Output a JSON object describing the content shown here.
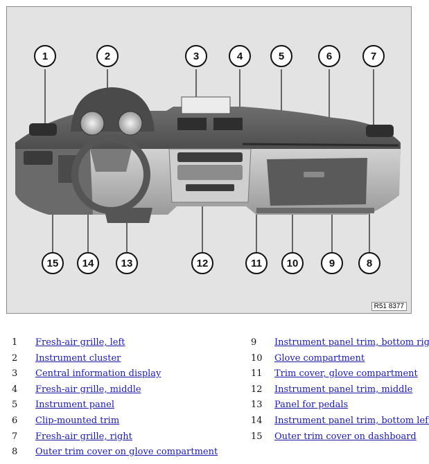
{
  "figure": {
    "reference_code": "R51 8377",
    "callouts": [
      "1",
      "2",
      "3",
      "4",
      "5",
      "6",
      "7",
      "8",
      "9",
      "10",
      "11",
      "12",
      "13",
      "14",
      "15"
    ]
  },
  "legend": {
    "left": [
      {
        "num": "1",
        "label": "Fresh-air grille, left"
      },
      {
        "num": "2",
        "label": "Instrument cluster"
      },
      {
        "num": "3",
        "label": "Central information display"
      },
      {
        "num": "4",
        "label": "Fresh-air grille, middle"
      },
      {
        "num": "5",
        "label": "Instrument panel"
      },
      {
        "num": "6",
        "label": "Clip-mounted trim"
      },
      {
        "num": "7",
        "label": "Fresh-air grille, right"
      },
      {
        "num": "8",
        "label": "Outer trim cover on glove compartment"
      }
    ],
    "right": [
      {
        "num": "9",
        "label": "Instrument panel trim, bottom right"
      },
      {
        "num": "10",
        "label": "Glove compartment"
      },
      {
        "num": "11",
        "label": "Trim cover, glove compartment"
      },
      {
        "num": "12",
        "label": "Instrument panel trim, middle"
      },
      {
        "num": "13",
        "label": "Panel for pedals"
      },
      {
        "num": "14",
        "label": "Instrument panel trim, bottom left"
      },
      {
        "num": "15",
        "label": "Outer trim cover on dashboard"
      }
    ]
  },
  "colors": {
    "link": "#1a1aa6",
    "panel_dark": "#5e5e5e",
    "panel_light": "#b9b9b9",
    "background": "#e3e3e3"
  }
}
